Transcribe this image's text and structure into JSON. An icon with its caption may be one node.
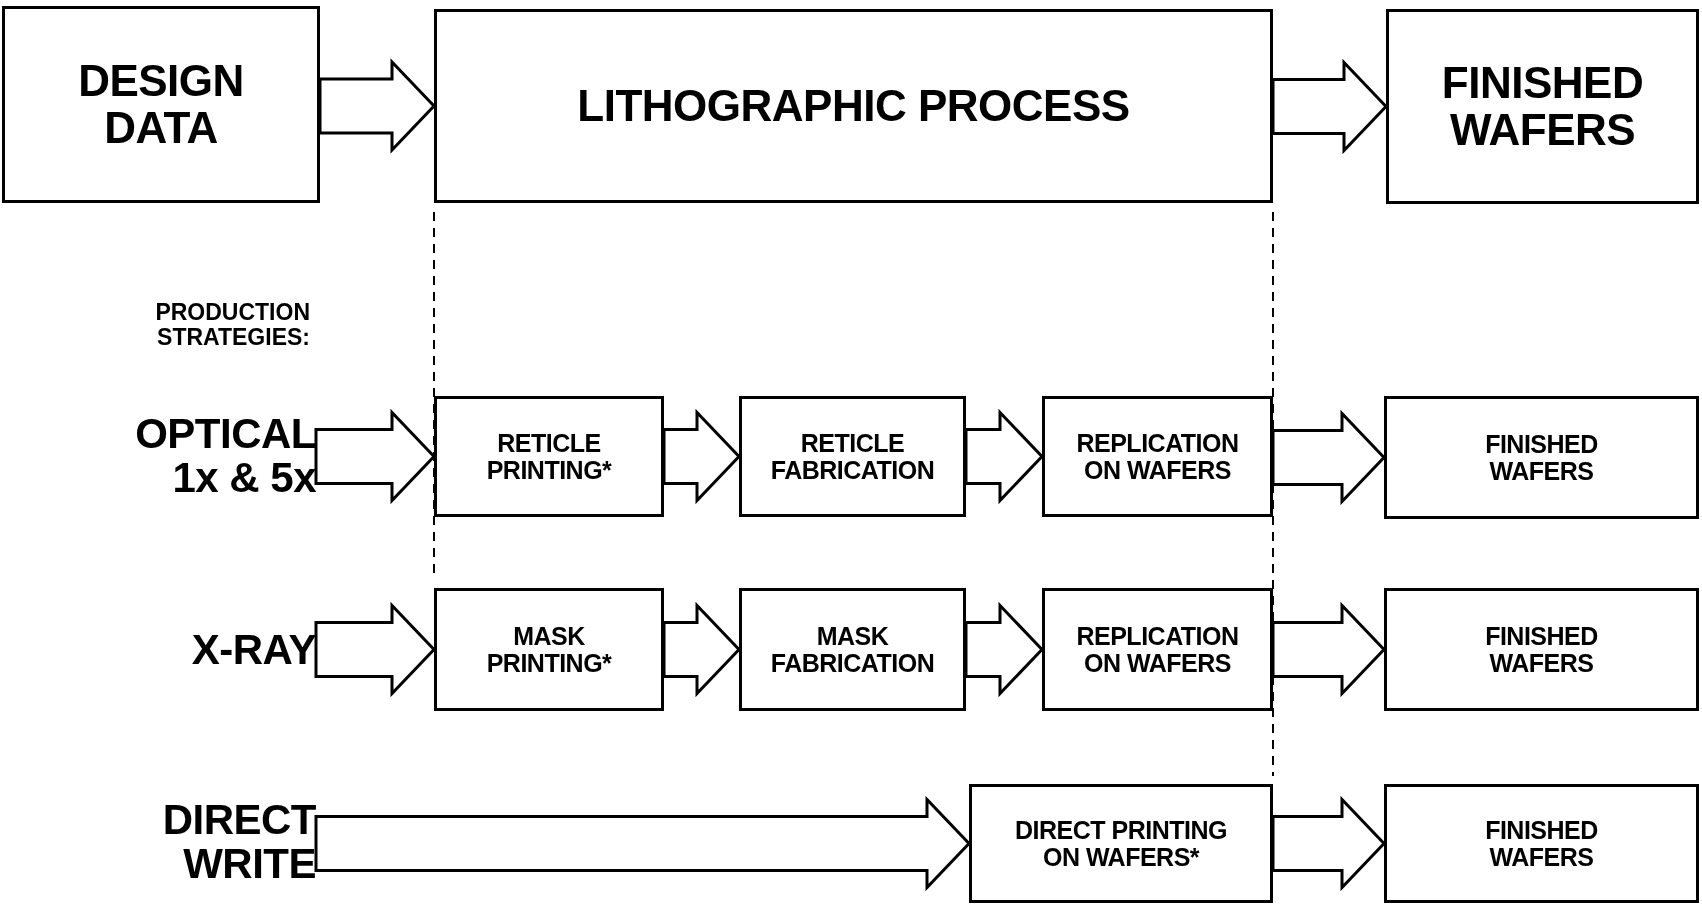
{
  "diagram": {
    "nodes": [
      {
        "text": [
          "DESIGN DATA"
        ]
      },
      {
        "text": [
          "LITHOGRAPHIC PROCESS"
        ]
      },
      {
        "text": [
          "FINISHED WAFERS"
        ]
      },
      {
        "text": [
          "OPTICAL 1x & 5x"
        ]
      },
      {
        "text": [
          "RETICLE PRINTING*"
        ]
      },
      {
        "text": [
          "RETICLE FABRICATION"
        ]
      },
      {
        "text": [
          "REPLICATION ON WAFERS"
        ]
      },
      {
        "text": [
          "FINISHED WAFERS"
        ]
      },
      {
        "text": [
          "X-RAY"
        ]
      },
      {
        "text": [
          "MASK PRINTING*"
        ]
      },
      {
        "text": [
          "MASK FABRICATION"
        ]
      },
      {
        "text": [
          "REPLICATION ON WAFERS"
        ]
      },
      {
        "text": [
          "FINISHED WAFERS"
        ]
      },
      {
        "text": [
          "DIRECT WRITE"
        ]
      },
      {
        "text": [
          "DIRECT PRINTING ON WAFERS*"
        ]
      },
      {
        "text": [
          "FINISHED WAFERS"
        ]
      }
    ],
    "edges": [
      {
        "from": 0,
        "to": 1,
        "arrow": "to"
      },
      {
        "from": 1,
        "to": 2,
        "arrow": "to"
      },
      {
        "from": 3,
        "to": 4,
        "arrow": "to"
      },
      {
        "from": 4,
        "to": 5,
        "arrow": "to"
      },
      {
        "from": 5,
        "to": 6,
        "arrow": "to"
      },
      {
        "from": 6,
        "to": 7,
        "arrow": "to"
      },
      {
        "from": 8,
        "to": 9,
        "arrow": "to"
      },
      {
        "from": 9,
        "to": 10,
        "arrow": "to"
      },
      {
        "from": 10,
        "to": 11,
        "arrow": "to"
      },
      {
        "from": 11,
        "to": 12,
        "arrow": "to"
      },
      {
        "from": 13,
        "to": 14,
        "arrow": "to"
      },
      {
        "from": 14,
        "to": 15,
        "arrow": "to"
      }
    ],
    "labels": [
      "PRODUCTION STRATEGIES:"
    ]
  }
}
